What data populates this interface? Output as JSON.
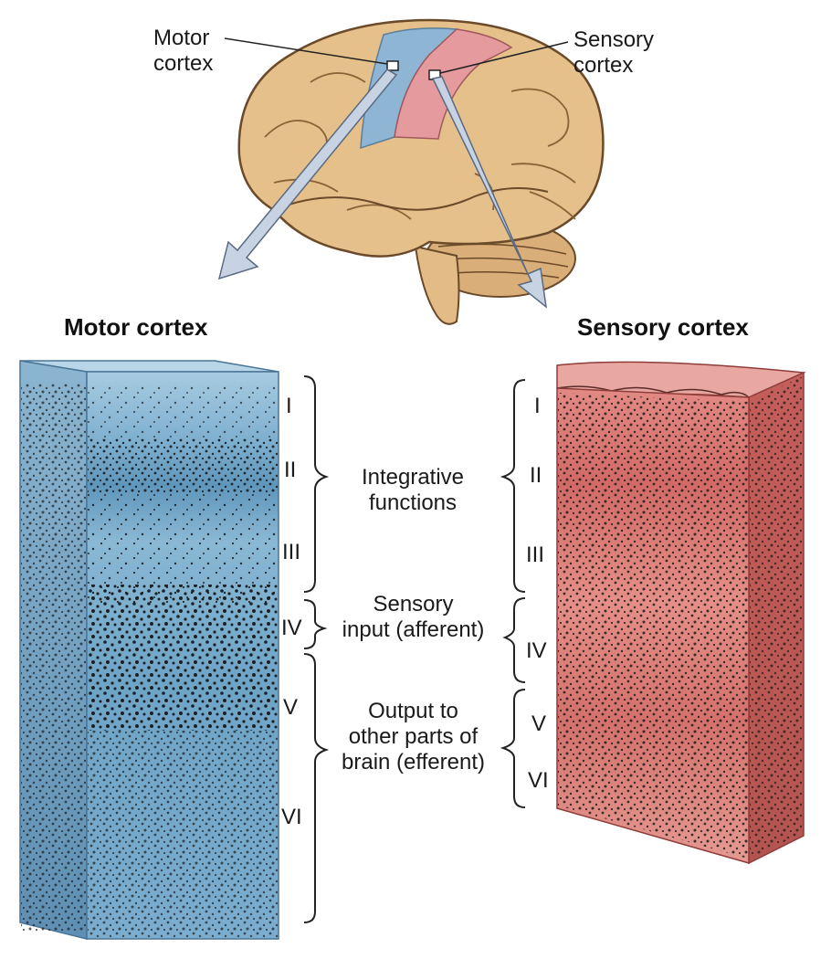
{
  "brain_labels": {
    "motor": "Motor\ncortex",
    "sensory": "Sensory\ncortex"
  },
  "panels": {
    "motor": {
      "title": "Motor cortex",
      "layers": [
        "I",
        "II",
        "III",
        "IV",
        "V",
        "VI"
      ]
    },
    "sensory": {
      "title": "Sensory cortex",
      "layers": [
        "I",
        "II",
        "III",
        "IV",
        "V",
        "VI"
      ]
    }
  },
  "functions": {
    "integrative": "Integrative\nfunctions",
    "sensory_input": "Sensory\ninput (afferent)",
    "output": "Output to\nother parts of\nbrain (efferent)"
  },
  "colors": {
    "motor_area": "#8fb5d4",
    "sensory_area": "#e59a9e",
    "brain": "#e6c08a",
    "motor_block": "#6aa3c8",
    "sensory_block": "#d9736f",
    "arrow": "#c7d3e3"
  }
}
